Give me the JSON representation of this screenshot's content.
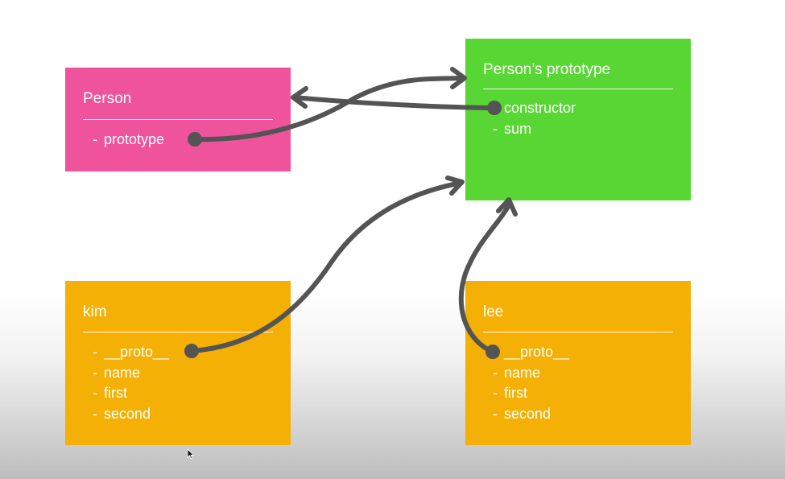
{
  "colors": {
    "person": "#ee539c",
    "prototype": "#58d634",
    "instance": "#f4b005",
    "arrow": "#545454"
  },
  "person": {
    "title": "Person",
    "items": [
      {
        "dash": "-",
        "label": "prototype"
      }
    ]
  },
  "prototype": {
    "title": "Person’s prototype",
    "items": [
      {
        "dash": "",
        "label": "constructor"
      },
      {
        "dash": "-",
        "label": "sum"
      }
    ]
  },
  "kim": {
    "title": "kim",
    "items": [
      {
        "dash": "-",
        "label": "__proto__"
      },
      {
        "dash": "-",
        "label": "name"
      },
      {
        "dash": "-",
        "label": "first"
      },
      {
        "dash": "-",
        "label": "second"
      }
    ]
  },
  "lee": {
    "title": "lee",
    "items": [
      {
        "dash": "",
        "label": "__proto__"
      },
      {
        "dash": "-",
        "label": "name"
      },
      {
        "dash": "-",
        "label": "first"
      },
      {
        "dash": "-",
        "label": "second"
      }
    ]
  },
  "icons": {
    "connector": "dot-icon",
    "arrowhead": "arrowhead-icon",
    "cursor": "mouse-cursor-icon"
  }
}
